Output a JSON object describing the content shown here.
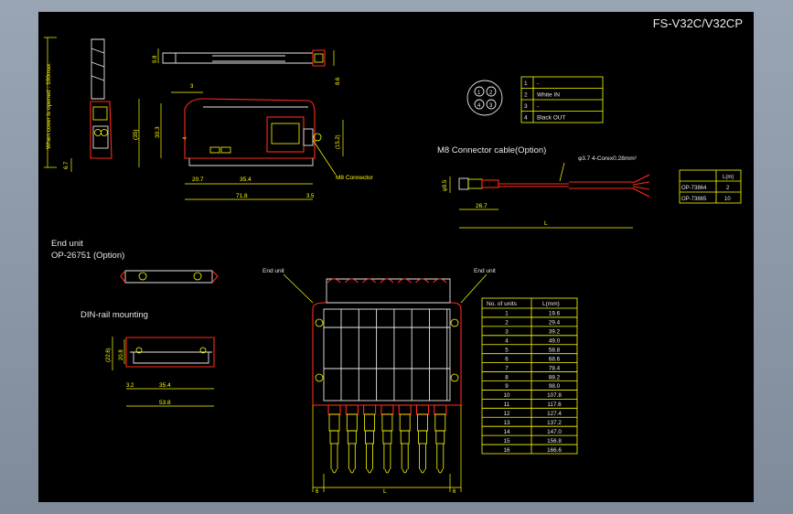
{
  "title": "FS-V32C/V32CP",
  "side_view": {
    "dim_cover": "When cover is opened : 100max.",
    "dim_67": "6.7"
  },
  "top_view": {
    "dim_left": "9.8",
    "dim_right": "8.6"
  },
  "front_view": {
    "dim_3": "3",
    "dim_35": "(35)",
    "dim_303": "30.3",
    "dim_4": "4",
    "dim_152": "(15.2)",
    "dim_207": "20.7",
    "dim_354": "35.4",
    "dim_718": "71.8",
    "dim_35b": "3.5",
    "m8_label": "M8 Connector"
  },
  "pin_table": {
    "pins": [
      "1",
      "2",
      "4",
      "3"
    ],
    "rows": [
      {
        "num": "1",
        "label": "-"
      },
      {
        "num": "2",
        "label": "White IN"
      },
      {
        "num": "3",
        "label": "-"
      },
      {
        "num": "4",
        "label": "Black OUT"
      }
    ]
  },
  "cable": {
    "title": "M8 Connector cable(Option)",
    "spec": "φ3.7  4-Corex0.28mm²",
    "dim_95": "φ9.5",
    "dim_267": "26.7",
    "dim_L": "L"
  },
  "cable_table": {
    "header": [
      "",
      "L(m)"
    ],
    "rows": [
      {
        "model": "OP-73864",
        "len": "2"
      },
      {
        "model": "OP-73865",
        "len": "10"
      }
    ]
  },
  "end_unit": {
    "line1": "End unit",
    "line2": "OP-26751 (Option)"
  },
  "din": {
    "title": "DIN-rail mounting",
    "dim_226": "(22.6)",
    "dim_208": "20.8",
    "dim_32": "3.2",
    "dim_354": "35.4",
    "dim_538": "53.8"
  },
  "assembly": {
    "end_unit_left": "End unit",
    "end_unit_right": "End unit",
    "dim_6l": "6",
    "dim_L": "L",
    "dim_6r": "6"
  },
  "units_table": {
    "header": [
      "No. of units",
      "L(mm)"
    ],
    "rows": [
      {
        "n": "1",
        "l": "19.6"
      },
      {
        "n": "2",
        "l": "29.4"
      },
      {
        "n": "3",
        "l": "39.2"
      },
      {
        "n": "4",
        "l": "49.0"
      },
      {
        "n": "5",
        "l": "58.8"
      },
      {
        "n": "6",
        "l": "68.6"
      },
      {
        "n": "7",
        "l": "78.4"
      },
      {
        "n": "8",
        "l": "88.2"
      },
      {
        "n": "9",
        "l": "98.0"
      },
      {
        "n": "10",
        "l": "107.8"
      },
      {
        "n": "11",
        "l": "117.6"
      },
      {
        "n": "12",
        "l": "127.4"
      },
      {
        "n": "13",
        "l": "137.2"
      },
      {
        "n": "14",
        "l": "147.0"
      },
      {
        "n": "15",
        "l": "156.8"
      },
      {
        "n": "16",
        "l": "166.6"
      }
    ]
  },
  "colors": {
    "background": "#000000",
    "dimension": "#ffff00",
    "outline": "#ff2a1a",
    "body": "#e6e6e6",
    "frame": "#8a95a4"
  }
}
